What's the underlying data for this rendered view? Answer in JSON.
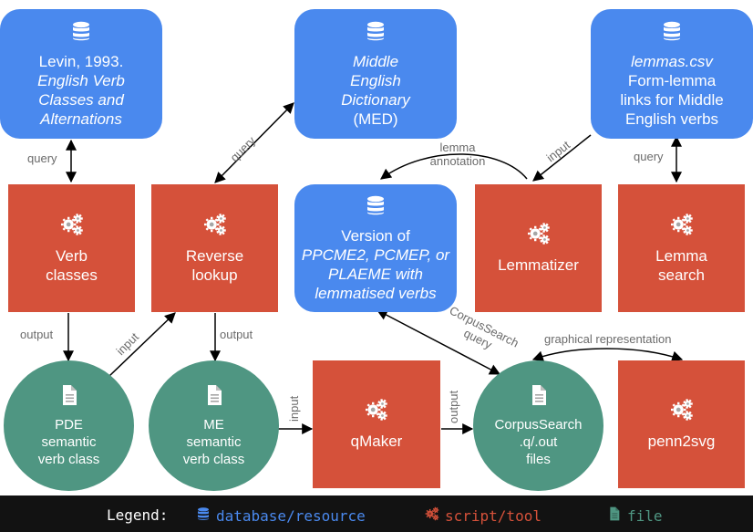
{
  "nodes": {
    "levin": {
      "lines": [
        "Levin, 1993.",
        "English Verb",
        "Classes and",
        "Alternations"
      ]
    },
    "med": {
      "lines": [
        "Middle",
        "English",
        "Dictionary",
        "(MED)"
      ]
    },
    "lemmas": {
      "lines": [
        "lemmas.csv",
        "Form-lemma",
        "links for Middle",
        "English verbs"
      ]
    },
    "verb_classes": {
      "lines": [
        "Verb",
        "classes"
      ]
    },
    "reverse_lookup": {
      "lines": [
        "Reverse",
        "lookup"
      ]
    },
    "ppcme": {
      "lines": [
        "Version of",
        "PPCME2, PCMEP, or",
        "PLAEME with",
        "lemmatised verbs"
      ]
    },
    "lemmatizer": {
      "lines": [
        "Lemmatizer"
      ]
    },
    "lemma_search": {
      "lines": [
        "Lemma",
        "search"
      ]
    },
    "pde": {
      "lines": [
        "PDE",
        "semantic",
        "verb class"
      ]
    },
    "me": {
      "lines": [
        "ME",
        "semantic",
        "verb class"
      ]
    },
    "qmaker": {
      "lines": [
        "qMaker"
      ]
    },
    "corpussearch": {
      "lines": [
        "CorpusSearch",
        ".q/.out",
        "files"
      ]
    },
    "penn2svg": {
      "lines": [
        "penn2svg"
      ]
    }
  },
  "edge_labels": {
    "query_levin": "query",
    "query_med": "query",
    "lemma_annotation": "lemma\nannotation",
    "input_lemmas": "input",
    "query_lemma_search": "query",
    "output_verb": "output",
    "input_pde": "input",
    "output_reverse": "output",
    "input_qmaker": "input",
    "output_qmaker": "output",
    "corpussearch_query": "CorpusSearch\nquery",
    "graphical_representation": "graphical representation"
  },
  "legend": {
    "title": "Legend:",
    "database": "database/resource",
    "script": "script/tool",
    "file": "file"
  },
  "colors": {
    "database": "#4a89ee",
    "script": "#d5513a",
    "file": "#4f9682",
    "legend_bg": "#121212"
  }
}
